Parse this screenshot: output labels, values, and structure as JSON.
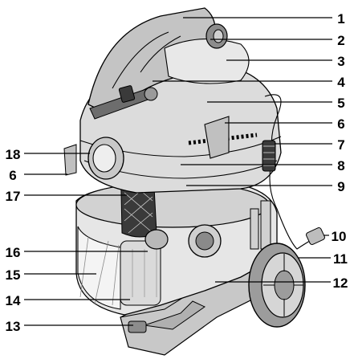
{
  "colors": {
    "body_light": "#e6e6e6",
    "body_mid": "#c8c8c8",
    "body_dark": "#8c8c8c",
    "outline": "#000000",
    "accent_dark": "#3a3a3a"
  },
  "callouts": {
    "right": [
      "1",
      "2",
      "3",
      "4",
      "5",
      "6",
      "7",
      "8",
      "9",
      "10",
      "11",
      "12"
    ],
    "left": [
      "18",
      "6",
      "17",
      "16",
      "15",
      "14",
      "13"
    ]
  }
}
